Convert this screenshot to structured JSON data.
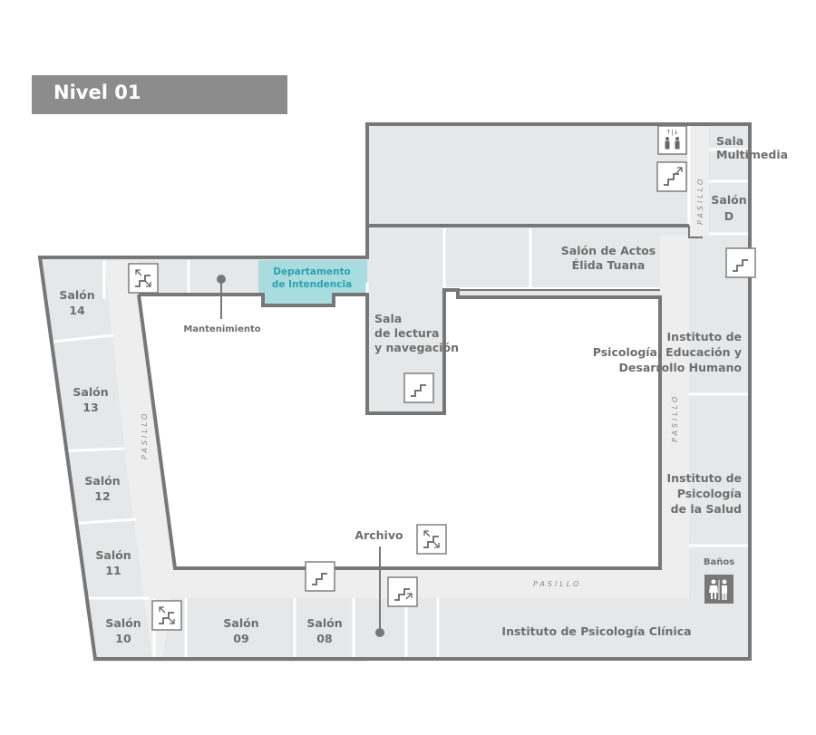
{
  "title": "Nivel 01",
  "rooms": {
    "sala_multimedia": [
      "Sala",
      "Multimedia"
    ],
    "salon_d": [
      "Salón",
      "D"
    ],
    "salon_actos": [
      "Salón de Actos",
      "Élida Tuana"
    ],
    "departamento": [
      "Departamento",
      "de Intendencia"
    ],
    "mantenimiento": "Mantenimiento",
    "sala_lectura": [
      "Sala",
      "de lectura",
      "y navegación"
    ],
    "instituto_pedh": [
      "Instituto de",
      "Psicología, Educación y",
      "Desarrollo Humano"
    ],
    "instituto_salud": [
      "Instituto de",
      "Psicología",
      "de la Salud"
    ],
    "banos": "Baños",
    "archivo": "Archivo",
    "instituto_clinica": "Instituto de Psicología Clínica",
    "salon_14": [
      "Salón",
      "14"
    ],
    "salon_13": [
      "Salón",
      "13"
    ],
    "salon_12": [
      "Salón",
      "12"
    ],
    "salon_11": [
      "Salón",
      "11"
    ],
    "salon_10": [
      "Salón",
      "10"
    ],
    "salon_09": [
      "Salón",
      "09"
    ],
    "salon_08": [
      "Salón",
      "08"
    ]
  },
  "corridors": {
    "top_right": "PASILLO",
    "right": "PASILLO",
    "left": "PASILLO",
    "bottom": "PASILLO"
  },
  "colors": {
    "room_fill": "#e6e7e8",
    "wall": "#777777",
    "highlight": "#a9dcdf",
    "highlight_text": "#2aa3ad",
    "title_bg": "#8c8c8c"
  },
  "icons": [
    "elevator-icon",
    "stairs-icon",
    "restroom-icon"
  ]
}
